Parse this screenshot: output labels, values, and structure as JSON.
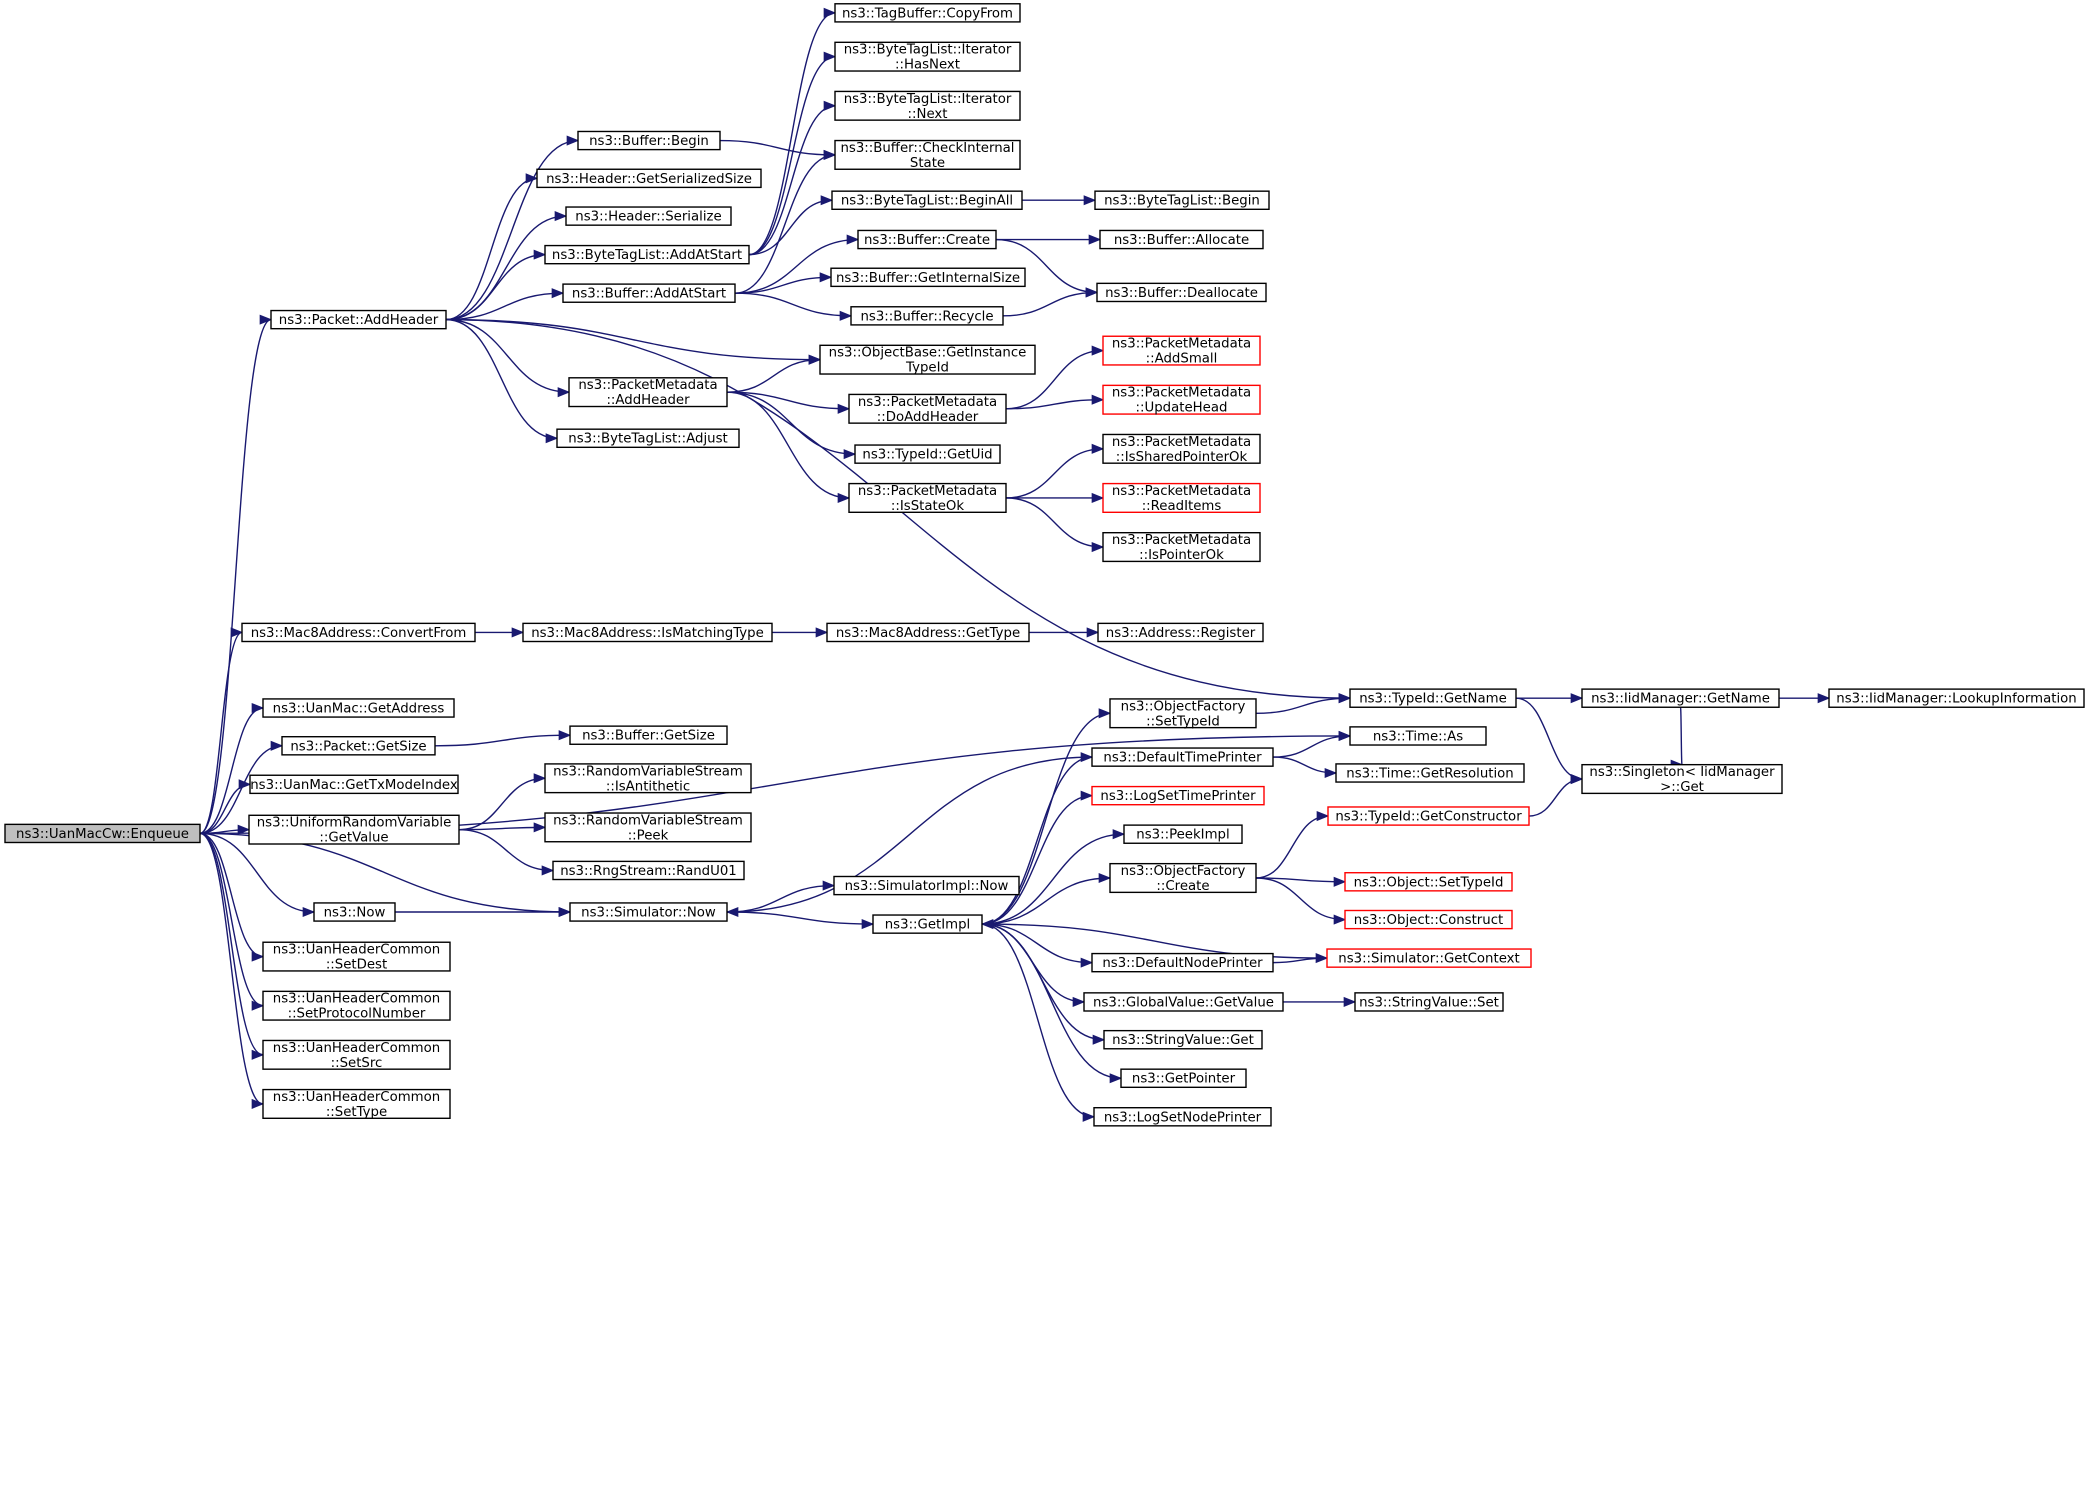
{
  "nodes": [
    {
      "id": "enqueue",
      "lines": [
        "ns3::UanMacCw::Enqueue"
      ],
      "style": "root"
    },
    {
      "id": "p_addheader",
      "lines": [
        "ns3::Packet::AddHeader"
      ]
    },
    {
      "id": "buf_begin",
      "lines": [
        "ns3::Buffer::Begin"
      ]
    },
    {
      "id": "hdr_getsize",
      "lines": [
        "ns3::Header::GetSerializedSize"
      ]
    },
    {
      "id": "hdr_ser",
      "lines": [
        "ns3::Header::Serialize"
      ]
    },
    {
      "id": "btl_addatstart",
      "lines": [
        "ns3::ByteTagList::AddAtStart"
      ]
    },
    {
      "id": "buf_addatstart",
      "lines": [
        "ns3::Buffer::AddAtStart"
      ]
    },
    {
      "id": "pm_addheader",
      "lines": [
        "ns3::PacketMetadata",
        "::AddHeader"
      ]
    },
    {
      "id": "btl_adjust",
      "lines": [
        "ns3::ByteTagList::Adjust"
      ]
    },
    {
      "id": "tb_copyfrom",
      "lines": [
        "ns3::TagBuffer::CopyFrom"
      ]
    },
    {
      "id": "btl_it_hasnext",
      "lines": [
        "ns3::ByteTagList::Iterator",
        "::HasNext"
      ]
    },
    {
      "id": "btl_it_next",
      "lines": [
        "ns3::ByteTagList::Iterator",
        "::Next"
      ]
    },
    {
      "id": "buf_check",
      "lines": [
        "ns3::Buffer::CheckInternal",
        "State"
      ]
    },
    {
      "id": "btl_beginall",
      "lines": [
        "ns3::ByteTagList::BeginAll"
      ]
    },
    {
      "id": "btl_begin",
      "lines": [
        "ns3::ByteTagList::Begin"
      ]
    },
    {
      "id": "buf_create",
      "lines": [
        "ns3::Buffer::Create"
      ]
    },
    {
      "id": "buf_allocate",
      "lines": [
        "ns3::Buffer::Allocate"
      ]
    },
    {
      "id": "buf_getinternal",
      "lines": [
        "ns3::Buffer::GetInternalSize"
      ]
    },
    {
      "id": "buf_recycle",
      "lines": [
        "ns3::Buffer::Recycle"
      ]
    },
    {
      "id": "buf_dealloc",
      "lines": [
        "ns3::Buffer::Deallocate"
      ]
    },
    {
      "id": "ob_getinst",
      "lines": [
        "ns3::ObjectBase::GetInstance",
        "TypeId"
      ]
    },
    {
      "id": "pm_doadd",
      "lines": [
        "ns3::PacketMetadata",
        "::DoAddHeader"
      ]
    },
    {
      "id": "pm_addsmall",
      "lines": [
        "ns3::PacketMetadata",
        "::AddSmall"
      ],
      "style": "red"
    },
    {
      "id": "pm_updatehead",
      "lines": [
        "ns3::PacketMetadata",
        "::UpdateHead"
      ],
      "style": "red"
    },
    {
      "id": "tid_getuid",
      "lines": [
        "ns3::TypeId::GetUid"
      ]
    },
    {
      "id": "pm_isstateok",
      "lines": [
        "ns3::PacketMetadata",
        "::IsStateOk"
      ]
    },
    {
      "id": "pm_isshared",
      "lines": [
        "ns3::PacketMetadata",
        "::IsSharedPointerOk"
      ]
    },
    {
      "id": "pm_readitems",
      "lines": [
        "ns3::PacketMetadata",
        "::ReadItems"
      ],
      "style": "red"
    },
    {
      "id": "pm_isptr",
      "lines": [
        "ns3::PacketMetadata",
        "::IsPointerOk"
      ]
    },
    {
      "id": "m8_convert",
      "lines": [
        "ns3::Mac8Address::ConvertFrom"
      ]
    },
    {
      "id": "m8_ismatch",
      "lines": [
        "ns3::Mac8Address::IsMatchingType"
      ]
    },
    {
      "id": "m8_gettype",
      "lines": [
        "ns3::Mac8Address::GetType"
      ]
    },
    {
      "id": "addr_register",
      "lines": [
        "ns3::Address::Register"
      ]
    },
    {
      "id": "tid_getname",
      "lines": [
        "ns3::TypeId::GetName"
      ]
    },
    {
      "id": "iid_getname",
      "lines": [
        "ns3::IidManager::GetName"
      ]
    },
    {
      "id": "iid_lookup",
      "lines": [
        "ns3::IidManager::LookupInformation"
      ]
    },
    {
      "id": "uan_getaddr",
      "lines": [
        "ns3::UanMac::GetAddress"
      ]
    },
    {
      "id": "p_getsize",
      "lines": [
        "ns3::Packet::GetSize"
      ]
    },
    {
      "id": "buf_getsize",
      "lines": [
        "ns3::Buffer::GetSize"
      ]
    },
    {
      "id": "uan_gettxmode",
      "lines": [
        "ns3::UanMac::GetTxModeIndex"
      ]
    },
    {
      "id": "urv_getvalue",
      "lines": [
        "ns3::UniformRandomVariable",
        "::GetValue"
      ]
    },
    {
      "id": "rvs_isanti",
      "lines": [
        "ns3::RandomVariableStream",
        "::IsAntithetic"
      ]
    },
    {
      "id": "rvs_peek",
      "lines": [
        "ns3::RandomVariableStream",
        "::Peek"
      ]
    },
    {
      "id": "rng_randu01",
      "lines": [
        "ns3::RngStream::RandU01"
      ]
    },
    {
      "id": "ns3_now",
      "lines": [
        "ns3::Now"
      ]
    },
    {
      "id": "sim_now",
      "lines": [
        "ns3::Simulator::Now"
      ]
    },
    {
      "id": "simimpl_now",
      "lines": [
        "ns3::SimulatorImpl::Now"
      ]
    },
    {
      "id": "getimpl",
      "lines": [
        "ns3::GetImpl"
      ]
    },
    {
      "id": "of_settypeid",
      "lines": [
        "ns3::ObjectFactory",
        "::SetTypeId"
      ]
    },
    {
      "id": "time_as",
      "lines": [
        "ns3::Time::As"
      ]
    },
    {
      "id": "deftimeprinter",
      "lines": [
        "ns3::DefaultTimePrinter"
      ]
    },
    {
      "id": "time_getres",
      "lines": [
        "ns3::Time::GetResolution"
      ]
    },
    {
      "id": "singleton_get",
      "lines": [
        "ns3::Singleton< IidManager",
        " >::Get"
      ]
    },
    {
      "id": "logsettime",
      "lines": [
        "ns3::LogSetTimePrinter"
      ],
      "style": "red"
    },
    {
      "id": "tid_getctor",
      "lines": [
        "ns3::TypeId::GetConstructor"
      ],
      "style": "red"
    },
    {
      "id": "peekimpl",
      "lines": [
        "ns3::PeekImpl"
      ]
    },
    {
      "id": "of_create",
      "lines": [
        "ns3::ObjectFactory",
        "::Create"
      ]
    },
    {
      "id": "obj_settypeid",
      "lines": [
        "ns3::Object::SetTypeId"
      ],
      "style": "red"
    },
    {
      "id": "obj_construct",
      "lines": [
        "ns3::Object::Construct"
      ],
      "style": "red"
    },
    {
      "id": "defnodeprinter",
      "lines": [
        "ns3::DefaultNodePrinter"
      ]
    },
    {
      "id": "sim_getctx",
      "lines": [
        "ns3::Simulator::GetContext"
      ],
      "style": "red"
    },
    {
      "id": "gv_getvalue",
      "lines": [
        "ns3::GlobalValue::GetValue"
      ]
    },
    {
      "id": "sv_set",
      "lines": [
        "ns3::StringValue::Set"
      ]
    },
    {
      "id": "sv_get",
      "lines": [
        "ns3::StringValue::Get"
      ]
    },
    {
      "id": "getpointer",
      "lines": [
        "ns3::GetPointer"
      ]
    },
    {
      "id": "logsetnode",
      "lines": [
        "ns3::LogSetNodePrinter"
      ]
    },
    {
      "id": "uhc_setdest",
      "lines": [
        "ns3::UanHeaderCommon",
        "::SetDest"
      ]
    },
    {
      "id": "uhc_setproto",
      "lines": [
        "ns3::UanHeaderCommon",
        "::SetProtocolNumber"
      ]
    },
    {
      "id": "uhc_setsrc",
      "lines": [
        "ns3::UanHeaderCommon",
        "::SetSrc"
      ]
    },
    {
      "id": "uhc_settype",
      "lines": [
        "ns3::UanHeaderCommon",
        "::SetType"
      ]
    }
  ],
  "edges": [
    [
      "enqueue",
      "p_addheader"
    ],
    [
      "enqueue",
      "m8_convert"
    ],
    [
      "enqueue",
      "time_as"
    ],
    [
      "enqueue",
      "uan_getaddr"
    ],
    [
      "enqueue",
      "p_getsize"
    ],
    [
      "enqueue",
      "uan_gettxmode"
    ],
    [
      "enqueue",
      "urv_getvalue"
    ],
    [
      "enqueue",
      "sim_now"
    ],
    [
      "enqueue",
      "ns3_now"
    ],
    [
      "enqueue",
      "uhc_setdest"
    ],
    [
      "enqueue",
      "uhc_setproto"
    ],
    [
      "enqueue",
      "uhc_setsrc"
    ],
    [
      "enqueue",
      "uhc_settype"
    ],
    [
      "p_addheader",
      "buf_begin"
    ],
    [
      "p_addheader",
      "hdr_getsize"
    ],
    [
      "p_addheader",
      "hdr_ser"
    ],
    [
      "p_addheader",
      "btl_addatstart"
    ],
    [
      "p_addheader",
      "buf_addatstart"
    ],
    [
      "p_addheader",
      "ob_getinst"
    ],
    [
      "p_addheader",
      "pm_addheader"
    ],
    [
      "p_addheader",
      "btl_adjust"
    ],
    [
      "p_addheader",
      "tid_getname"
    ],
    [
      "buf_begin",
      "buf_check"
    ],
    [
      "btl_addatstart",
      "tb_copyfrom"
    ],
    [
      "btl_addatstart",
      "btl_it_hasnext"
    ],
    [
      "btl_addatstart",
      "btl_it_next"
    ],
    [
      "btl_addatstart",
      "btl_beginall"
    ],
    [
      "btl_beginall",
      "btl_begin"
    ],
    [
      "buf_addatstart",
      "buf_check"
    ],
    [
      "buf_addatstart",
      "buf_create"
    ],
    [
      "buf_addatstart",
      "buf_getinternal"
    ],
    [
      "buf_addatstart",
      "buf_recycle"
    ],
    [
      "buf_create",
      "buf_allocate"
    ],
    [
      "buf_create",
      "buf_dealloc"
    ],
    [
      "buf_recycle",
      "buf_dealloc"
    ],
    [
      "pm_addheader",
      "ob_getinst"
    ],
    [
      "pm_addheader",
      "pm_doadd"
    ],
    [
      "pm_addheader",
      "tid_getuid"
    ],
    [
      "pm_addheader",
      "pm_isstateok"
    ],
    [
      "pm_doadd",
      "pm_addsmall"
    ],
    [
      "pm_doadd",
      "pm_updatehead"
    ],
    [
      "pm_isstateok",
      "pm_isshared"
    ],
    [
      "pm_isstateok",
      "pm_readitems"
    ],
    [
      "pm_isstateok",
      "pm_isptr"
    ],
    [
      "m8_convert",
      "m8_ismatch"
    ],
    [
      "m8_ismatch",
      "m8_gettype"
    ],
    [
      "m8_gettype",
      "addr_register"
    ],
    [
      "tid_getname",
      "iid_getname"
    ],
    [
      "tid_getname",
      "singleton_get"
    ],
    [
      "iid_getname",
      "iid_lookup"
    ],
    [
      "iid_getname",
      "singleton_get"
    ],
    [
      "p_getsize",
      "buf_getsize"
    ],
    [
      "urv_getvalue",
      "rvs_isanti"
    ],
    [
      "urv_getvalue",
      "rvs_peek"
    ],
    [
      "urv_getvalue",
      "rng_randu01"
    ],
    [
      "ns3_now",
      "sim_now"
    ],
    [
      "sim_now",
      "simimpl_now"
    ],
    [
      "sim_now",
      "getimpl"
    ],
    [
      "getimpl",
      "of_settypeid"
    ],
    [
      "getimpl",
      "deftimeprinter"
    ],
    [
      "getimpl",
      "logsettime"
    ],
    [
      "getimpl",
      "peekimpl"
    ],
    [
      "getimpl",
      "of_create"
    ],
    [
      "getimpl",
      "defnodeprinter"
    ],
    [
      "getimpl",
      "gv_getvalue"
    ],
    [
      "getimpl",
      "sv_get"
    ],
    [
      "getimpl",
      "getpointer"
    ],
    [
      "getimpl",
      "logsetnode"
    ],
    [
      "of_settypeid",
      "tid_getname"
    ],
    [
      "deftimeprinter",
      "sim_now"
    ],
    [
      "deftimeprinter",
      "time_as"
    ],
    [
      "deftimeprinter",
      "time_getres"
    ],
    [
      "of_create",
      "tid_getctor"
    ],
    [
      "of_create",
      "obj_settypeid"
    ],
    [
      "of_create",
      "obj_construct"
    ],
    [
      "tid_getctor",
      "singleton_get"
    ],
    [
      "defnodeprinter",
      "sim_getctx"
    ],
    [
      "sim_getctx",
      "getimpl"
    ],
    [
      "gv_getvalue",
      "sv_set"
    ]
  ]
}
